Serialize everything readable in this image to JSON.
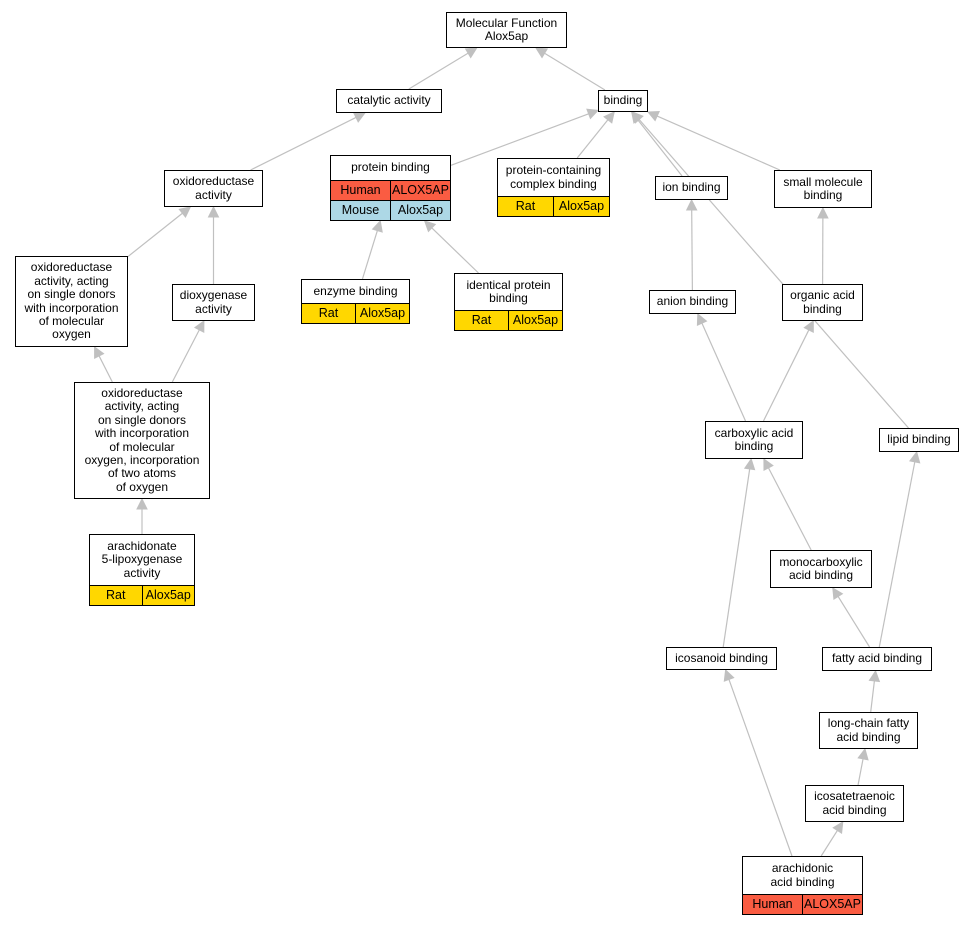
{
  "nodes": {
    "mf": {
      "lines": [
        "Molecular Function",
        "Alox5ap"
      ]
    },
    "catalytic": {
      "lines": [
        "catalytic activity"
      ]
    },
    "binding": {
      "lines": [
        "binding"
      ]
    },
    "oxred": {
      "lines": [
        "oxidoreductase",
        "activity"
      ]
    },
    "protein_binding": {
      "lines": [
        "protein binding"
      ],
      "annotations": [
        [
          "Human",
          "ALOX5AP"
        ],
        [
          "Mouse",
          "Alox5ap"
        ]
      ]
    },
    "pcc_binding": {
      "lines": [
        "protein-containing",
        "complex binding"
      ],
      "annotations": [
        [
          "Rat",
          "Alox5ap"
        ]
      ]
    },
    "ion_binding": {
      "lines": [
        "ion binding"
      ]
    },
    "small_mol": {
      "lines": [
        "small molecule",
        "binding"
      ]
    },
    "oxred_single": {
      "lines": [
        "oxidoreductase",
        "activity, acting",
        "on single donors",
        "with incorporation",
        "of molecular",
        "oxygen"
      ]
    },
    "dioxygenase": {
      "lines": [
        "dioxygenase",
        "activity"
      ]
    },
    "enzyme_binding": {
      "lines": [
        "enzyme binding"
      ],
      "annotations": [
        [
          "Rat",
          "Alox5ap"
        ]
      ]
    },
    "identical_protein": {
      "lines": [
        "identical protein",
        "binding"
      ],
      "annotations": [
        [
          "Rat",
          "Alox5ap"
        ]
      ]
    },
    "anion_binding": {
      "lines": [
        "anion binding"
      ]
    },
    "organic_acid": {
      "lines": [
        "organic acid",
        "binding"
      ]
    },
    "oxred_two": {
      "lines": [
        "oxidoreductase",
        "activity, acting",
        "on single donors",
        "with incorporation",
        "of molecular",
        "oxygen, incorporation",
        "of two atoms",
        "of oxygen"
      ]
    },
    "carboxylic": {
      "lines": [
        "carboxylic acid",
        "binding"
      ]
    },
    "lipid_binding": {
      "lines": [
        "lipid binding"
      ]
    },
    "arach5lox": {
      "lines": [
        "arachidonate",
        "5-lipoxygenase",
        "activity"
      ],
      "annotations": [
        [
          "Rat",
          "Alox5ap"
        ]
      ]
    },
    "monocarboxylic": {
      "lines": [
        "monocarboxylic",
        "acid binding"
      ]
    },
    "icosanoid": {
      "lines": [
        "icosanoid binding"
      ]
    },
    "fatty_acid": {
      "lines": [
        "fatty acid binding"
      ]
    },
    "long_chain": {
      "lines": [
        "long-chain fatty",
        "acid binding"
      ]
    },
    "icosatetraenoic": {
      "lines": [
        "icosatetraenoic",
        "acid binding"
      ]
    },
    "arachidonic": {
      "lines": [
        "arachidonic",
        "acid binding"
      ],
      "annotations": [
        [
          "Human",
          "ALOX5AP"
        ]
      ]
    }
  },
  "edges": [
    [
      "catalytic",
      "mf"
    ],
    [
      "binding",
      "mf"
    ],
    [
      "oxred",
      "catalytic"
    ],
    [
      "protein_binding",
      "binding"
    ],
    [
      "pcc_binding",
      "binding"
    ],
    [
      "ion_binding",
      "binding"
    ],
    [
      "small_mol",
      "binding"
    ],
    [
      "lipid_binding",
      "binding"
    ],
    [
      "oxred_single",
      "oxred"
    ],
    [
      "dioxygenase",
      "oxred"
    ],
    [
      "enzyme_binding",
      "protein_binding"
    ],
    [
      "identical_protein",
      "protein_binding"
    ],
    [
      "anion_binding",
      "ion_binding"
    ],
    [
      "organic_acid",
      "small_mol"
    ],
    [
      "oxred_two",
      "oxred_single"
    ],
    [
      "oxred_two",
      "dioxygenase"
    ],
    [
      "carboxylic",
      "anion_binding"
    ],
    [
      "carboxylic",
      "organic_acid"
    ],
    [
      "arach5lox",
      "oxred_two"
    ],
    [
      "monocarboxylic",
      "carboxylic"
    ],
    [
      "icosanoid",
      "carboxylic"
    ],
    [
      "fatty_acid",
      "monocarboxylic"
    ],
    [
      "fatty_acid",
      "lipid_binding"
    ],
    [
      "long_chain",
      "fatty_acid"
    ],
    [
      "icosatetraenoic",
      "long_chain"
    ],
    [
      "arachidonic",
      "icosanoid"
    ],
    [
      "arachidonic",
      "icosatetraenoic"
    ]
  ]
}
